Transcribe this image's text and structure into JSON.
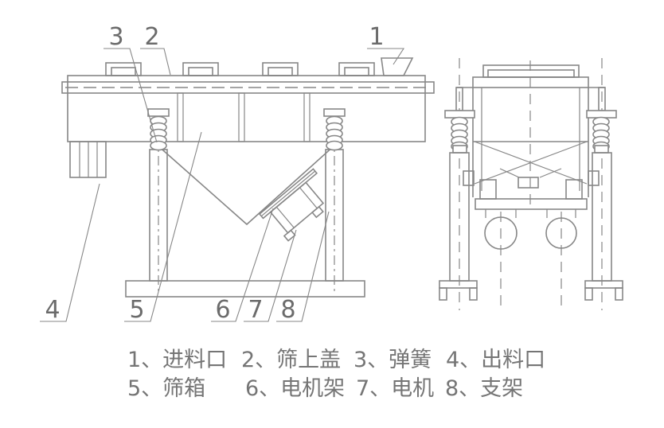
{
  "colors": {
    "line": "#878787",
    "text": "#6b6b6b",
    "caption": "#757575",
    "background": "#ffffff"
  },
  "callouts": [
    "1",
    "2",
    "3",
    "4",
    "5",
    "6",
    "7",
    "8"
  ],
  "caption": {
    "rows": [
      {
        "items": [
          "1、进料口",
          "2、筛上盖",
          "3、弹簧",
          "4、出料口"
        ]
      },
      {
        "items": [
          "5、筛箱",
          "6、电机架",
          "7、电机",
          "8、支架"
        ]
      }
    ]
  }
}
